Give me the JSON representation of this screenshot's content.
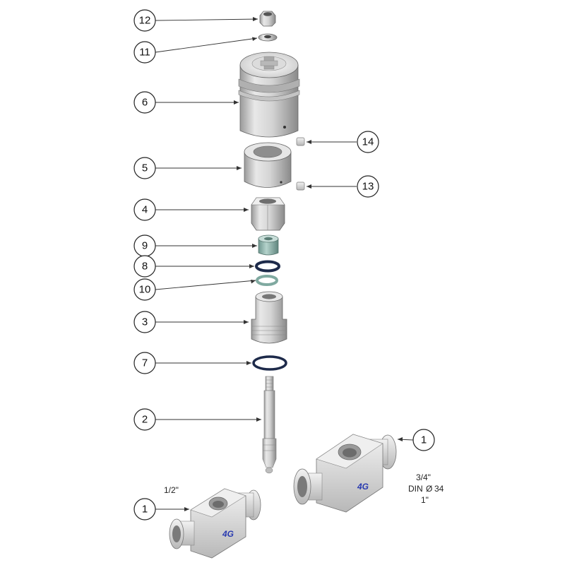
{
  "callouts": {
    "c12": "12",
    "c11": "11",
    "c6": "6",
    "c14": "14",
    "c5": "5",
    "c13": "13",
    "c4": "4",
    "c9": "9",
    "c8": "8",
    "c10": "10",
    "c3": "3",
    "c7": "7",
    "c2": "2",
    "c1_large": "1",
    "c1_small": "1"
  },
  "notes": {
    "size_half": "1/2\"",
    "size_three_quarter": "3/4\"",
    "din_label": "DIN",
    "diameter_symbol": "Ø",
    "din_value": "34",
    "size_one": "1\""
  },
  "brand_mark": "4G",
  "colors": {
    "metal_light": "#eeeeee",
    "metal_mid": "#c8c8c8",
    "metal_dark": "#8c8c8c",
    "seal_navy": "#1d2a4a",
    "seal_teal": "#7fa9a0",
    "brand_blue": "#2a3bb0"
  }
}
